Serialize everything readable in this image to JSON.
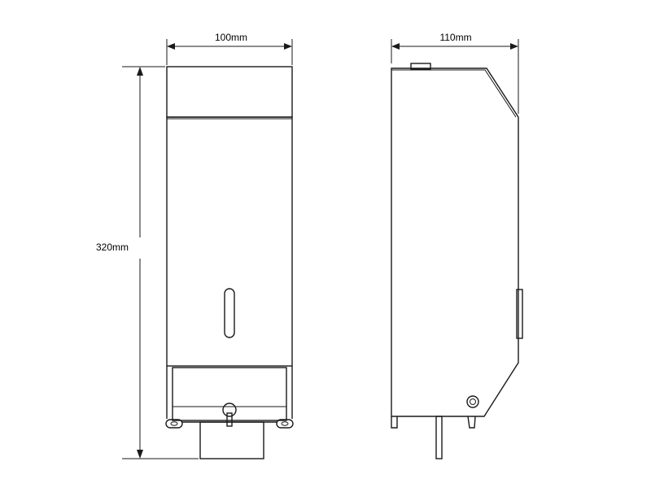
{
  "dimensions": {
    "front_width": "100mm",
    "side_depth": "110mm",
    "height": "320mm"
  },
  "colors": {
    "line": "#1a1a1a",
    "background": "#ffffff"
  }
}
